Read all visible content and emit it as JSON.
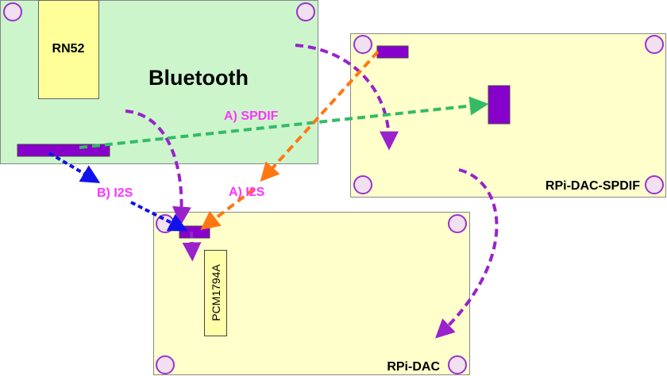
{
  "boards": {
    "bluetooth": {
      "title": "Bluetooth",
      "module_label": "RN52",
      "fill": "#ccf5cc"
    },
    "spdif": {
      "title": "RPi-DAC-SPDIF",
      "fill": "#ffffcc"
    },
    "dac": {
      "title": "RPi-DAC",
      "chip_label": "PCM1794A",
      "fill": "#ffffcc"
    }
  },
  "connections": {
    "spdif_label": "A) SPDIF",
    "i2s_a_label": "A) I2S",
    "i2s_b_label": "B) I2S"
  },
  "colors": {
    "connector": "#8800cc",
    "mounting_hole_fill": "#f0e0f0",
    "mounting_hole_stroke": "#9933cc",
    "label_magenta": "#ff33ff",
    "arrow_purple": "#9922cc",
    "arrow_green": "#33bb66",
    "arrow_orange": "#ff7711",
    "arrow_blue": "#1111ee",
    "chip_fill": "#ffffaa"
  }
}
